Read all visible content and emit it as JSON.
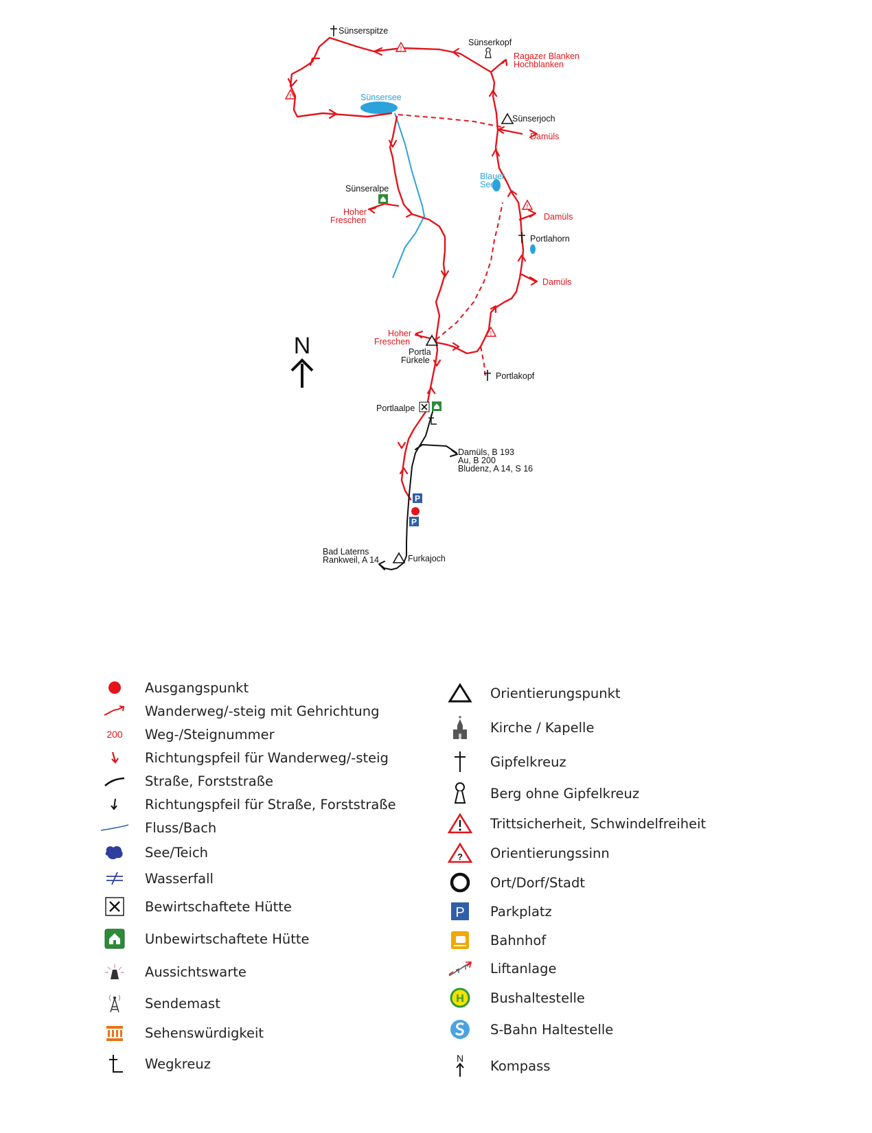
{
  "colors": {
    "route": "#e3141b",
    "road": "#111111",
    "water": "#2aa3dc",
    "parking": "#2f5fa8",
    "hut": "#2e8b3a"
  },
  "map": {
    "peaks": {
      "suenserspitze": "Sünserspitze",
      "suenserkopf": "Sünserkopf",
      "portlahorn": "Portlahorn",
      "portlakopf": "Portlakopf"
    },
    "lakes": {
      "suensersee": "Sünsersee",
      "blauer_see_1": "Blauer",
      "blauer_see_2": "See"
    },
    "points": {
      "suenserjoch": "Sünserjoch",
      "suenseralpe": "Sünseralpe",
      "portla_fuerkele_1": "Portla",
      "portla_fuerkele_2": "Fürkele",
      "portlaalpe": "Portlaalpe",
      "furkajoch": "Furkajoch"
    },
    "red_labels": {
      "ragazer_1": "Ragazer Blanken",
      "ragazer_2": "Hochblanken",
      "damuels_1": "Damüls",
      "damuels_2": "Damüls",
      "damuels_3": "Damüls",
      "hoher_freschen_1a": "Hoher",
      "hoher_freschen_1b": "Freschen",
      "hoher_freschen_2a": "Hoher",
      "hoher_freschen_2b": "Freschen"
    },
    "road_labels": {
      "east_1": "Damüls, B 193",
      "east_2": "Au, B 200",
      "east_3": "Bludenz, A 14, S 16",
      "west_1": "Bad Laterns",
      "west_2": "Rankweil, A 14"
    },
    "compass": "N",
    "parking_letter": "P"
  },
  "legend": {
    "left": [
      {
        "icon": "start-dot-icon",
        "label": "Ausgangspunkt"
      },
      {
        "icon": "hiking-trail-icon",
        "label": "Wanderweg/-steig mit Gehrichtung"
      },
      {
        "icon": "trail-number-icon",
        "label": "Weg-/Steignummer",
        "number": "200"
      },
      {
        "icon": "red-direction-arrow-icon",
        "label": "Richtungspfeil für Wanderweg/-steig"
      },
      {
        "icon": "road-icon",
        "label": "Straße, Forststraße"
      },
      {
        "icon": "black-direction-arrow-icon",
        "label": "Richtungspfeil für Straße, Forststraße"
      },
      {
        "icon": "river-icon",
        "label": "Fluss/Bach"
      },
      {
        "icon": "lake-icon",
        "label": "See/Teich"
      },
      {
        "icon": "waterfall-icon",
        "label": "Wasserfall"
      },
      {
        "icon": "managed-hut-icon",
        "label": "Bewirtschaftete Hütte"
      },
      {
        "icon": "unmanaged-hut-icon",
        "label": "Unbewirtschaftete Hütte"
      },
      {
        "icon": "lookout-icon",
        "label": "Aussichtswarte"
      },
      {
        "icon": "transmitter-icon",
        "label": "Sendemast"
      },
      {
        "icon": "sight-icon",
        "label": "Sehenswürdigkeit"
      },
      {
        "icon": "wayside-cross-icon",
        "label": "Wegkreuz"
      }
    ],
    "right": [
      {
        "icon": "orientation-point-icon",
        "label": "Orientierungspunkt"
      },
      {
        "icon": "church-icon",
        "label": "Kirche / Kapelle"
      },
      {
        "icon": "summit-cross-icon",
        "label": "Gipfelkreuz"
      },
      {
        "icon": "summit-no-cross-icon",
        "label": "Berg ohne Gipfelkreuz"
      },
      {
        "icon": "warning-icon",
        "label": "Trittsicherheit, Schwindelfreiheit"
      },
      {
        "icon": "orientation-sense-icon",
        "label": "Orientierungssinn"
      },
      {
        "icon": "town-icon",
        "label": "Ort/Dorf/Stadt"
      },
      {
        "icon": "parking-icon",
        "label": "Parkplatz"
      },
      {
        "icon": "train-station-icon",
        "label": "Bahnhof"
      },
      {
        "icon": "lift-icon",
        "label": "Liftanlage"
      },
      {
        "icon": "bus-stop-icon",
        "label": "Bushaltestelle"
      },
      {
        "icon": "s-bahn-icon",
        "label": "S-Bahn Haltestelle"
      },
      {
        "icon": "compass-icon",
        "label": "Kompass",
        "letter": "N"
      }
    ]
  }
}
